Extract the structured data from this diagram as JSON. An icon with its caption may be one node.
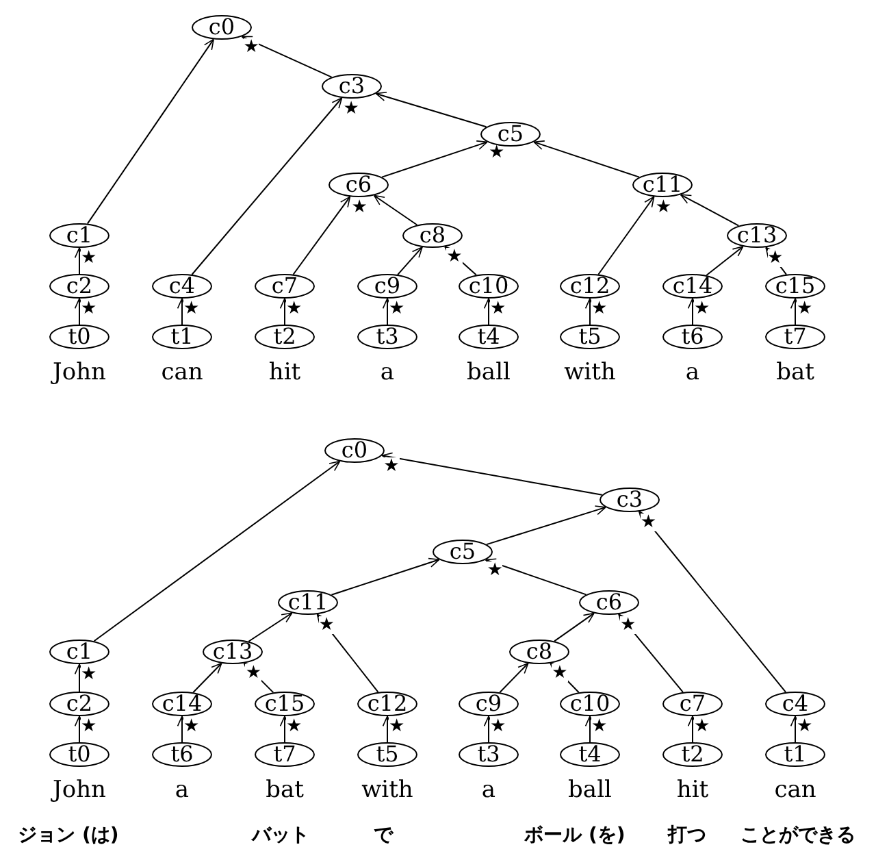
{
  "diagram": {
    "nodes": [
      {
        "text": [
          "c0"
        ]
      },
      {
        "text": [
          "c1"
        ]
      },
      {
        "text": [
          "c2"
        ]
      },
      {
        "text": [
          "c3"
        ]
      },
      {
        "text": [
          "c4"
        ]
      },
      {
        "text": [
          "c5"
        ]
      },
      {
        "text": [
          "c6"
        ]
      },
      {
        "text": [
          "c7"
        ]
      },
      {
        "text": [
          "c8"
        ]
      },
      {
        "text": [
          "c9"
        ]
      },
      {
        "text": [
          "c10"
        ]
      },
      {
        "text": [
          "c11"
        ]
      },
      {
        "text": [
          "c12"
        ]
      },
      {
        "text": [
          "c13"
        ]
      },
      {
        "text": [
          "c14"
        ]
      },
      {
        "text": [
          "c15"
        ]
      },
      {
        "text": [
          "t0"
        ],
        "beside": [
          "John"
        ]
      },
      {
        "text": [
          "t1"
        ],
        "beside": [
          "can"
        ]
      },
      {
        "text": [
          "t2"
        ],
        "beside": [
          "hit"
        ]
      },
      {
        "text": [
          "t3"
        ],
        "beside": [
          "a"
        ]
      },
      {
        "text": [
          "t4"
        ],
        "beside": [
          "ball"
        ]
      },
      {
        "text": [
          "t5"
        ],
        "beside": [
          "with"
        ]
      },
      {
        "text": [
          "t6"
        ],
        "beside": [
          "a"
        ]
      },
      {
        "text": [
          "t7"
        ],
        "beside": [
          "bat"
        ]
      },
      {
        "text": [
          "c0"
        ]
      },
      {
        "text": [
          "c1"
        ]
      },
      {
        "text": [
          "c2"
        ]
      },
      {
        "text": [
          "c3"
        ]
      },
      {
        "text": [
          "c4"
        ]
      },
      {
        "text": [
          "c5"
        ]
      },
      {
        "text": [
          "c6"
        ]
      },
      {
        "text": [
          "c7"
        ]
      },
      {
        "text": [
          "c8"
        ]
      },
      {
        "text": [
          "c9"
        ]
      },
      {
        "text": [
          "c10"
        ]
      },
      {
        "text": [
          "c11"
        ]
      },
      {
        "text": [
          "c12"
        ]
      },
      {
        "text": [
          "c13"
        ]
      },
      {
        "text": [
          "c14"
        ]
      },
      {
        "text": [
          "c15"
        ]
      },
      {
        "text": [
          "t0"
        ],
        "beside": [
          "John"
        ]
      },
      {
        "text": [
          "t1"
        ],
        "beside": [
          "can"
        ]
      },
      {
        "text": [
          "t2"
        ],
        "beside": [
          "hit"
        ]
      },
      {
        "text": [
          "t3"
        ],
        "beside": [
          "a"
        ]
      },
      {
        "text": [
          "t4"
        ],
        "beside": [
          "ball"
        ]
      },
      {
        "text": [
          "t5"
        ],
        "beside": [
          "with"
        ]
      },
      {
        "text": [
          "t6"
        ],
        "beside": [
          "a"
        ]
      },
      {
        "text": [
          "t7"
        ],
        "beside": [
          "bat"
        ]
      }
    ],
    "edges": [
      {
        "from": 1,
        "to": 0,
        "arrow": "to"
      },
      {
        "from": 3,
        "to": 0,
        "arrow": "to",
        "label": "★"
      },
      {
        "from": 2,
        "to": 1,
        "arrow": "to",
        "label": "★"
      },
      {
        "from": 16,
        "to": 2,
        "arrow": "to",
        "label": "★"
      },
      {
        "from": 4,
        "to": 3,
        "arrow": "to",
        "label": "★"
      },
      {
        "from": 5,
        "to": 3,
        "arrow": "to"
      },
      {
        "from": 17,
        "to": 4,
        "arrow": "to",
        "label": "★"
      },
      {
        "from": 6,
        "to": 5,
        "arrow": "to",
        "label": "★"
      },
      {
        "from": 11,
        "to": 5,
        "arrow": "to"
      },
      {
        "from": 7,
        "to": 6,
        "arrow": "to",
        "label": "★"
      },
      {
        "from": 8,
        "to": 6,
        "arrow": "to"
      },
      {
        "from": 18,
        "to": 7,
        "arrow": "to",
        "label": "★"
      },
      {
        "from": 9,
        "to": 8,
        "arrow": "to"
      },
      {
        "from": 10,
        "to": 8,
        "arrow": "to",
        "label": "★"
      },
      {
        "from": 19,
        "to": 9,
        "arrow": "to",
        "label": "★"
      },
      {
        "from": 20,
        "to": 10,
        "arrow": "to",
        "label": "★"
      },
      {
        "from": 12,
        "to": 11,
        "arrow": "to",
        "label": "★"
      },
      {
        "from": 13,
        "to": 11,
        "arrow": "to"
      },
      {
        "from": 21,
        "to": 12,
        "arrow": "to",
        "label": "★"
      },
      {
        "from": 14,
        "to": 13,
        "arrow": "to"
      },
      {
        "from": 15,
        "to": 13,
        "arrow": "to",
        "label": "★"
      },
      {
        "from": 22,
        "to": 14,
        "arrow": "to",
        "label": "★"
      },
      {
        "from": 23,
        "to": 15,
        "arrow": "to",
        "label": "★"
      },
      {
        "from": 25,
        "to": 24,
        "arrow": "to"
      },
      {
        "from": 27,
        "to": 24,
        "arrow": "to",
        "label": "★"
      },
      {
        "from": 26,
        "to": 25,
        "arrow": "to",
        "label": "★"
      },
      {
        "from": 40,
        "to": 26,
        "arrow": "to",
        "label": "★"
      },
      {
        "from": 28,
        "to": 27,
        "arrow": "to",
        "label": "★"
      },
      {
        "from": 29,
        "to": 27,
        "arrow": "to"
      },
      {
        "from": 41,
        "to": 28,
        "arrow": "to",
        "label": "★"
      },
      {
        "from": 30,
        "to": 29,
        "arrow": "to",
        "label": "★"
      },
      {
        "from": 35,
        "to": 29,
        "arrow": "to"
      },
      {
        "from": 31,
        "to": 30,
        "arrow": "to",
        "label": "★"
      },
      {
        "from": 32,
        "to": 30,
        "arrow": "to"
      },
      {
        "from": 42,
        "to": 31,
        "arrow": "to",
        "label": "★"
      },
      {
        "from": 33,
        "to": 32,
        "arrow": "to"
      },
      {
        "from": 34,
        "to": 32,
        "arrow": "to",
        "label": "★"
      },
      {
        "from": 43,
        "to": 33,
        "arrow": "to",
        "label": "★"
      },
      {
        "from": 44,
        "to": 34,
        "arrow": "to",
        "label": "★"
      },
      {
        "from": 36,
        "to": 35,
        "arrow": "to",
        "label": "★"
      },
      {
        "from": 37,
        "to": 35,
        "arrow": "to"
      },
      {
        "from": 45,
        "to": 36,
        "arrow": "to",
        "label": "★"
      },
      {
        "from": 38,
        "to": 37,
        "arrow": "to"
      },
      {
        "from": 39,
        "to": 37,
        "arrow": "to",
        "label": "★"
      },
      {
        "from": 46,
        "to": 38,
        "arrow": "to",
        "label": "★"
      },
      {
        "from": 47,
        "to": 39,
        "arrow": "to",
        "label": "★"
      }
    ],
    "labels": [
      "ジョン (は)",
      "バット",
      "で",
      "ボール (を)",
      "打つ",
      "ことができる"
    ]
  }
}
